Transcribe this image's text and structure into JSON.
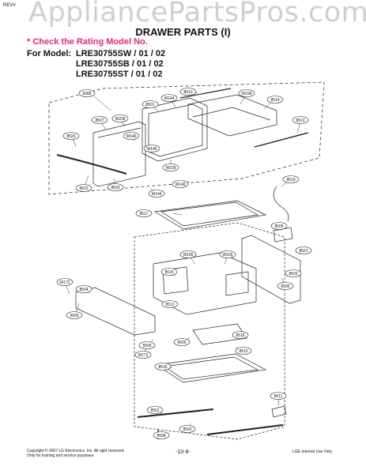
{
  "header": {
    "corner_mark": "REV#",
    "watermark": "AppliancePartsPros.com",
    "title": "DRAWER PARTS (I)",
    "note": "* Check the Rating Model No.",
    "model_label": "For Model:",
    "models": [
      "LRE30755SW / 01 / 02",
      "LRE30755SB / 01 / 02",
      "LRE30755ST / 01 / 02"
    ]
  },
  "callouts": [
    "8388",
    "W144",
    "8513",
    "W238",
    "8514",
    "8501",
    "8507",
    "W239",
    "8520",
    "W146",
    "W145",
    "8513",
    "W239",
    "8522",
    "8520",
    "W144",
    "W149",
    "8519",
    "8517",
    "8506",
    "8521",
    "W105",
    "W105",
    "8515",
    "W172",
    "8504",
    "8503",
    "8505",
    "8512",
    "5505",
    "8518",
    "5505",
    "8509",
    "8510",
    "W172",
    "8516",
    "8511",
    "8502",
    "8502",
    "8508"
  ],
  "footer": {
    "copyright": "Copyright © 2007 LG Electronics. Inc. All right reserved.",
    "usage": "Only for training and service purposes",
    "page": "-10-8-",
    "internal": "LGE Internal Use Only"
  }
}
